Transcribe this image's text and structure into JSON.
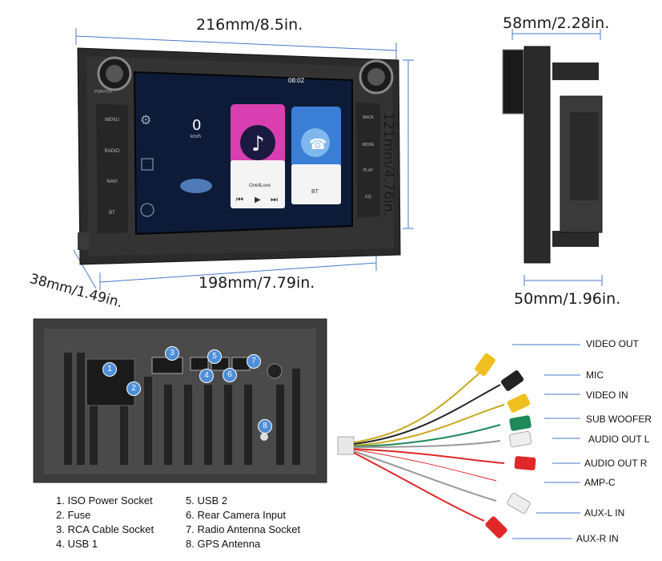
{
  "dimensions": {
    "width": "216mm/8.5in.",
    "height": "121mm/4.76in.",
    "depth_left": "38mm/1.49in.",
    "base_width": "198mm/7.79in.",
    "side_top": "58mm/2.28in.",
    "side_bottom": "50mm/1.96in."
  },
  "stereo": {
    "left_buttons": [
      "MENU",
      "RADIO",
      "NAVI",
      "BT"
    ],
    "right_buttons": [
      "BACK",
      "MODE",
      "PLAY",
      "EQ"
    ],
    "knob_label": "PWR/VOL",
    "status_time": "08:02",
    "speed_value": "0",
    "speed_unit": "km/h",
    "music_title": "OnellLove",
    "bt_card_label": "BT"
  },
  "ports": {
    "badges": [
      "1",
      "2",
      "3",
      "4",
      "5",
      "6",
      "7",
      "8"
    ],
    "legend": [
      "1. ISO Power Socket",
      "2. Fuse",
      "3. RCA Cable Socket",
      "4. USB 1",
      "5. USB 2",
      "6. Rear Camera Input",
      "7. Radio Antenna Socket",
      "8. GPS Antenna"
    ]
  },
  "cable_labels": [
    "VIDEO OUT",
    "MIC",
    "VIDEO IN",
    "SUB WOOFER",
    "AUDIO OUT L",
    "AUDIO OUT R",
    "AMP-C",
    "AUX-L IN",
    "AUX-R IN"
  ],
  "colors": {
    "frame": "#2a2a2a",
    "screen_bg": "#0d1b38",
    "badge": "#4f8fd8",
    "dim_line": "#4a78c8",
    "plug_yellow": "#f0c020",
    "plug_red": "#e02828",
    "plug_white": "#eeeeee",
    "plug_green": "#1e8a5a",
    "plug_black": "#222222"
  },
  "icons": [
    "settings-icon",
    "music-note-icon",
    "phone-icon",
    "car-icon",
    "navigation-icon",
    "prev-icon",
    "play-icon",
    "next-icon"
  ]
}
